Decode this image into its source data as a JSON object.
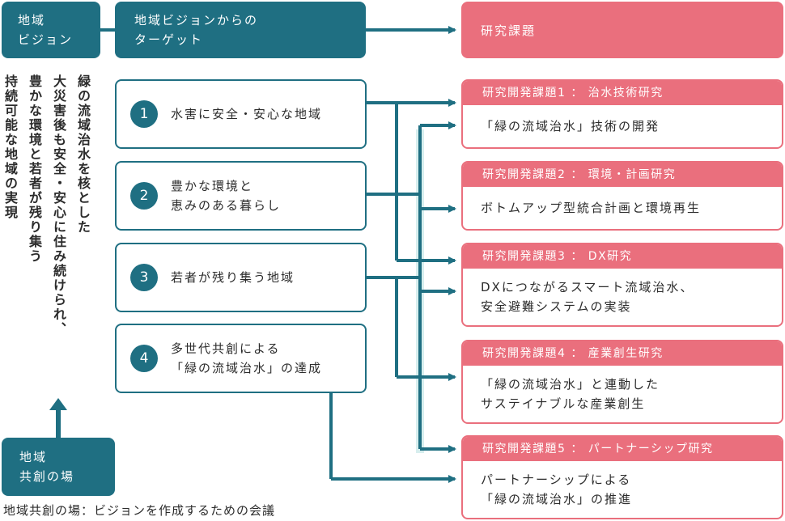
{
  "header": {
    "regional_vision": [
      "地域",
      "ビジョン"
    ],
    "target": [
      "地域ビジョンからの",
      "ターゲット"
    ],
    "research_topics": "研究課題"
  },
  "vision_statement": {
    "lines": [
      "緑の流域治水を核とした",
      "大災害後も安全・安心に住み続けられ、",
      "豊かな環境と若者が残り集う",
      "持続可能な地域の実現"
    ]
  },
  "co_creation_box": [
    "地域",
    "共創の場"
  ],
  "targets": [
    {
      "number": "1",
      "lines": [
        "水害に安全・安心な地域"
      ]
    },
    {
      "number": "2",
      "lines": [
        "豊かな環境と",
        "恵みのある暮らし"
      ]
    },
    {
      "number": "3",
      "lines": [
        "若者が残り集う地域"
      ]
    },
    {
      "number": "4",
      "lines": [
        "多世代共創による",
        "「緑の流域治水」の達成"
      ]
    }
  ],
  "topics": [
    {
      "title": "研究開発課題1 ： 治水技術研究",
      "lines": [
        "「緑の流域治水」技術の開発"
      ]
    },
    {
      "title": "研究開発課題2 ： 環境・計画研究",
      "lines": [
        "ボトムアップ型統合計画と環境再生"
      ]
    },
    {
      "title": "研究開発課題3 ： DX研究",
      "lines": [
        "DXにつながるスマート流域治水、",
        "安全避難システムの実装"
      ]
    },
    {
      "title": "研究開発課題4 ： 産業創生研究",
      "lines": [
        "「緑の流域治水」と連動した",
        "サステイナブルな産業創生"
      ]
    },
    {
      "title": "研究開発課題5 ： パートナーシップ研究",
      "lines": [
        "パートナーシップによる",
        "「緑の流域治水」の推進"
      ]
    }
  ],
  "footnote": "地域共創の場：ビジョンを作成するための会議",
  "colors": {
    "teal": "#1f6f82",
    "pink": "#ea6f7d",
    "light_teal": "#d7eeee"
  }
}
